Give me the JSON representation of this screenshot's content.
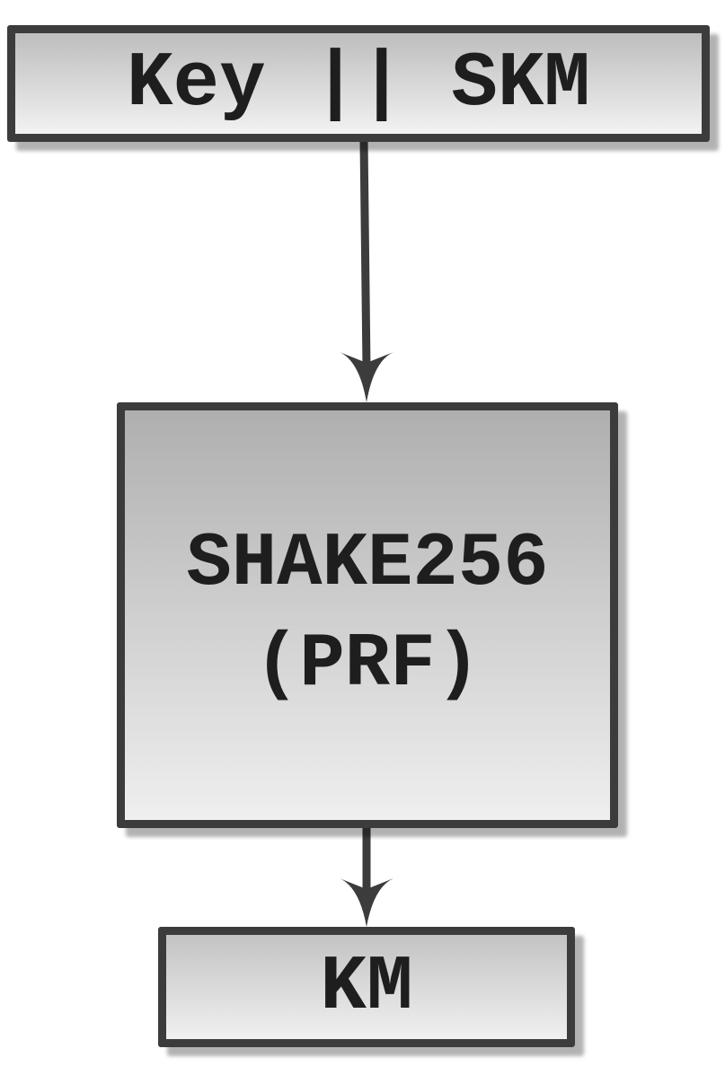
{
  "nodes": {
    "input": {
      "label": "Key || SKM"
    },
    "prf": {
      "label_line1": "SHAKE256",
      "label_line2": "(PRF)"
    },
    "output": {
      "label": "KM"
    }
  },
  "edges": [
    {
      "from": "input",
      "to": "prf"
    },
    {
      "from": "prf",
      "to": "output"
    }
  ],
  "colors": {
    "border": "#3c3c3c",
    "arrow": "#3c3c3c",
    "text": "#1e1e1e"
  }
}
